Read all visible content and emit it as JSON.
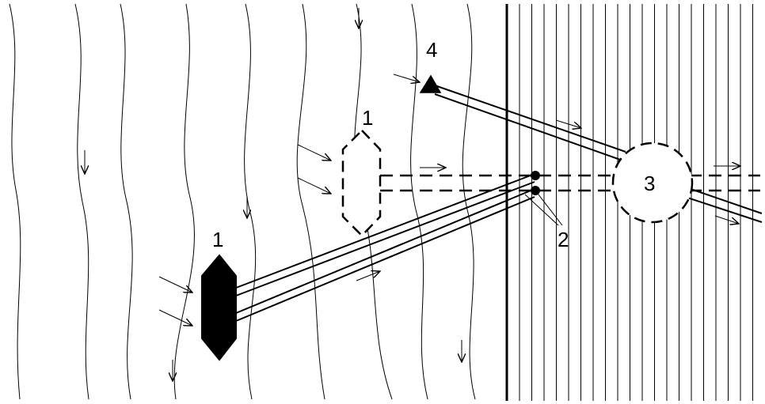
{
  "labels": {
    "intake_active": "1",
    "intake_inactive": "1",
    "pipe_junction": "2",
    "chamber": "3",
    "bypass_intake": "4"
  },
  "colors": {
    "stroke": "#000000",
    "fill_active": "#000000",
    "background": "#ffffff"
  },
  "icons": {
    "flow_arrow": "open-arrowhead",
    "bypass_intake": "filled-triangle"
  }
}
